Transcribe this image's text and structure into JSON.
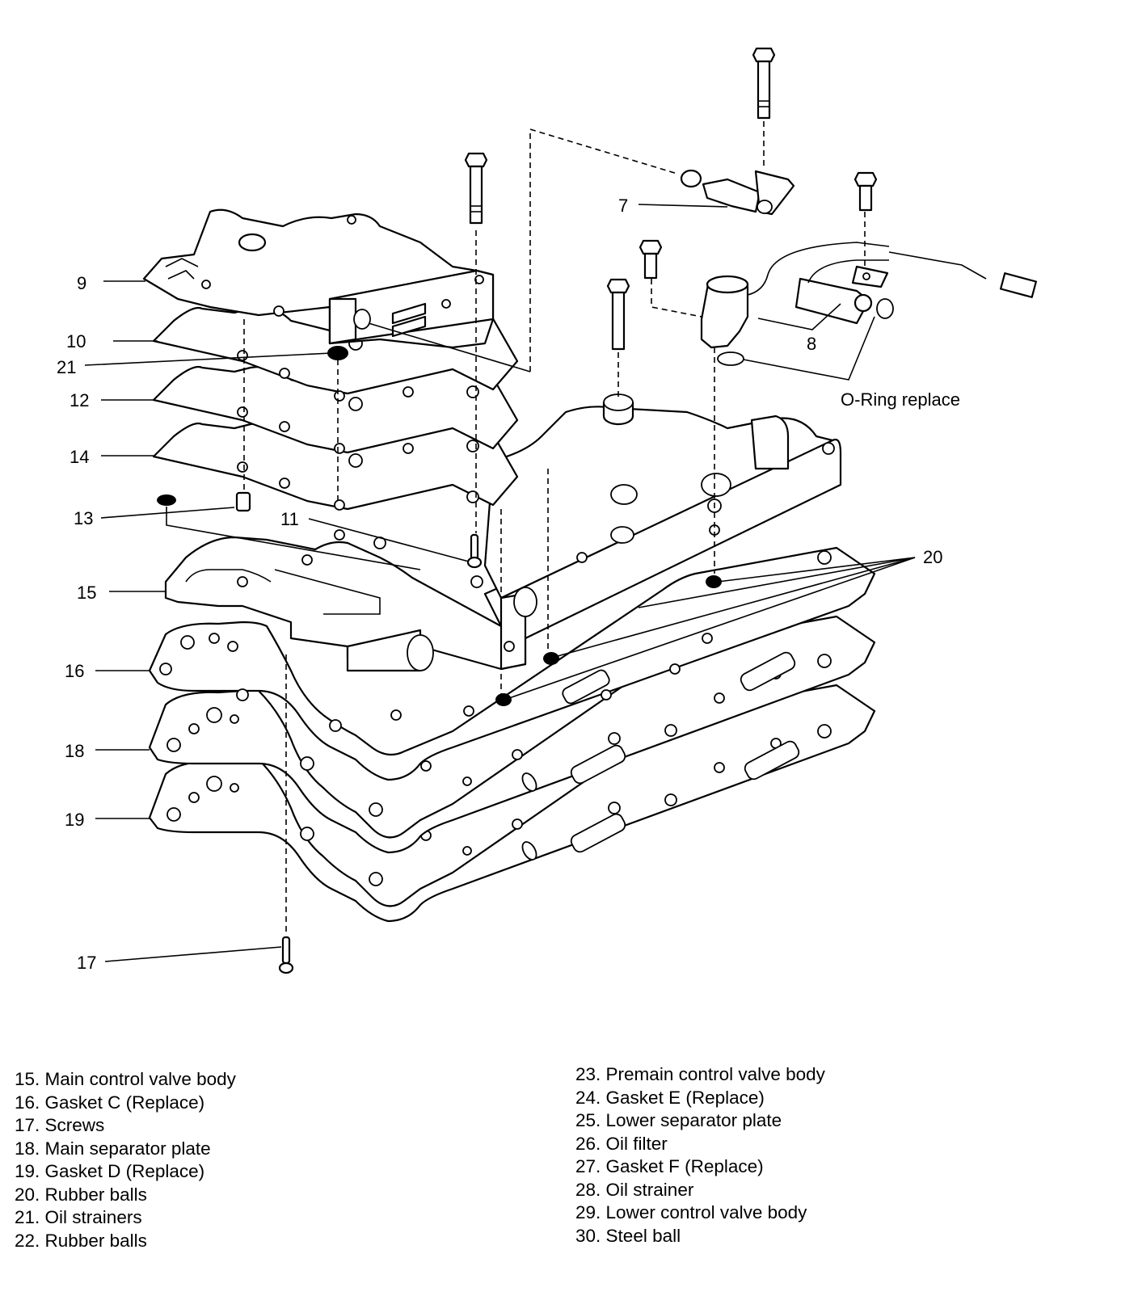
{
  "diagram": {
    "title": "Valve body exploded view",
    "callouts": {
      "c7": "7",
      "c8": "8",
      "c9": "9",
      "c10": "10",
      "c11": "11",
      "c12": "12",
      "c13": "13",
      "c14": "14",
      "c15": "15",
      "c16": "16",
      "c17": "17",
      "c18": "18",
      "c19": "19",
      "c20": "20",
      "c21": "21"
    },
    "note": "O-Ring replace"
  },
  "legend": {
    "left": [
      {
        "num": "15.",
        "label": "Main control valve body"
      },
      {
        "num": "16.",
        "label": "Gasket C (Replace)"
      },
      {
        "num": "17.",
        "label": "Screws"
      },
      {
        "num": "18.",
        "label": "Main separator plate"
      },
      {
        "num": "19.",
        "label": "Gasket D (Replace)"
      },
      {
        "num": "20.",
        "label": "Rubber balls"
      },
      {
        "num": "21.",
        "label": "Oil strainers"
      },
      {
        "num": "22.",
        "label": "Rubber balls"
      }
    ],
    "right": [
      {
        "num": "23.",
        "label": "Premain control valve body"
      },
      {
        "num": "24.",
        "label": "Gasket E (Replace)"
      },
      {
        "num": "25.",
        "label": "Lower separator plate"
      },
      {
        "num": "26.",
        "label": "Oil filter"
      },
      {
        "num": "27.",
        "label": "Gasket F (Replace)"
      },
      {
        "num": "28.",
        "label": "Oil strainer"
      },
      {
        "num": "29.",
        "label": "Lower control valve body"
      },
      {
        "num": "30.",
        "label": "Steel ball"
      }
    ]
  }
}
